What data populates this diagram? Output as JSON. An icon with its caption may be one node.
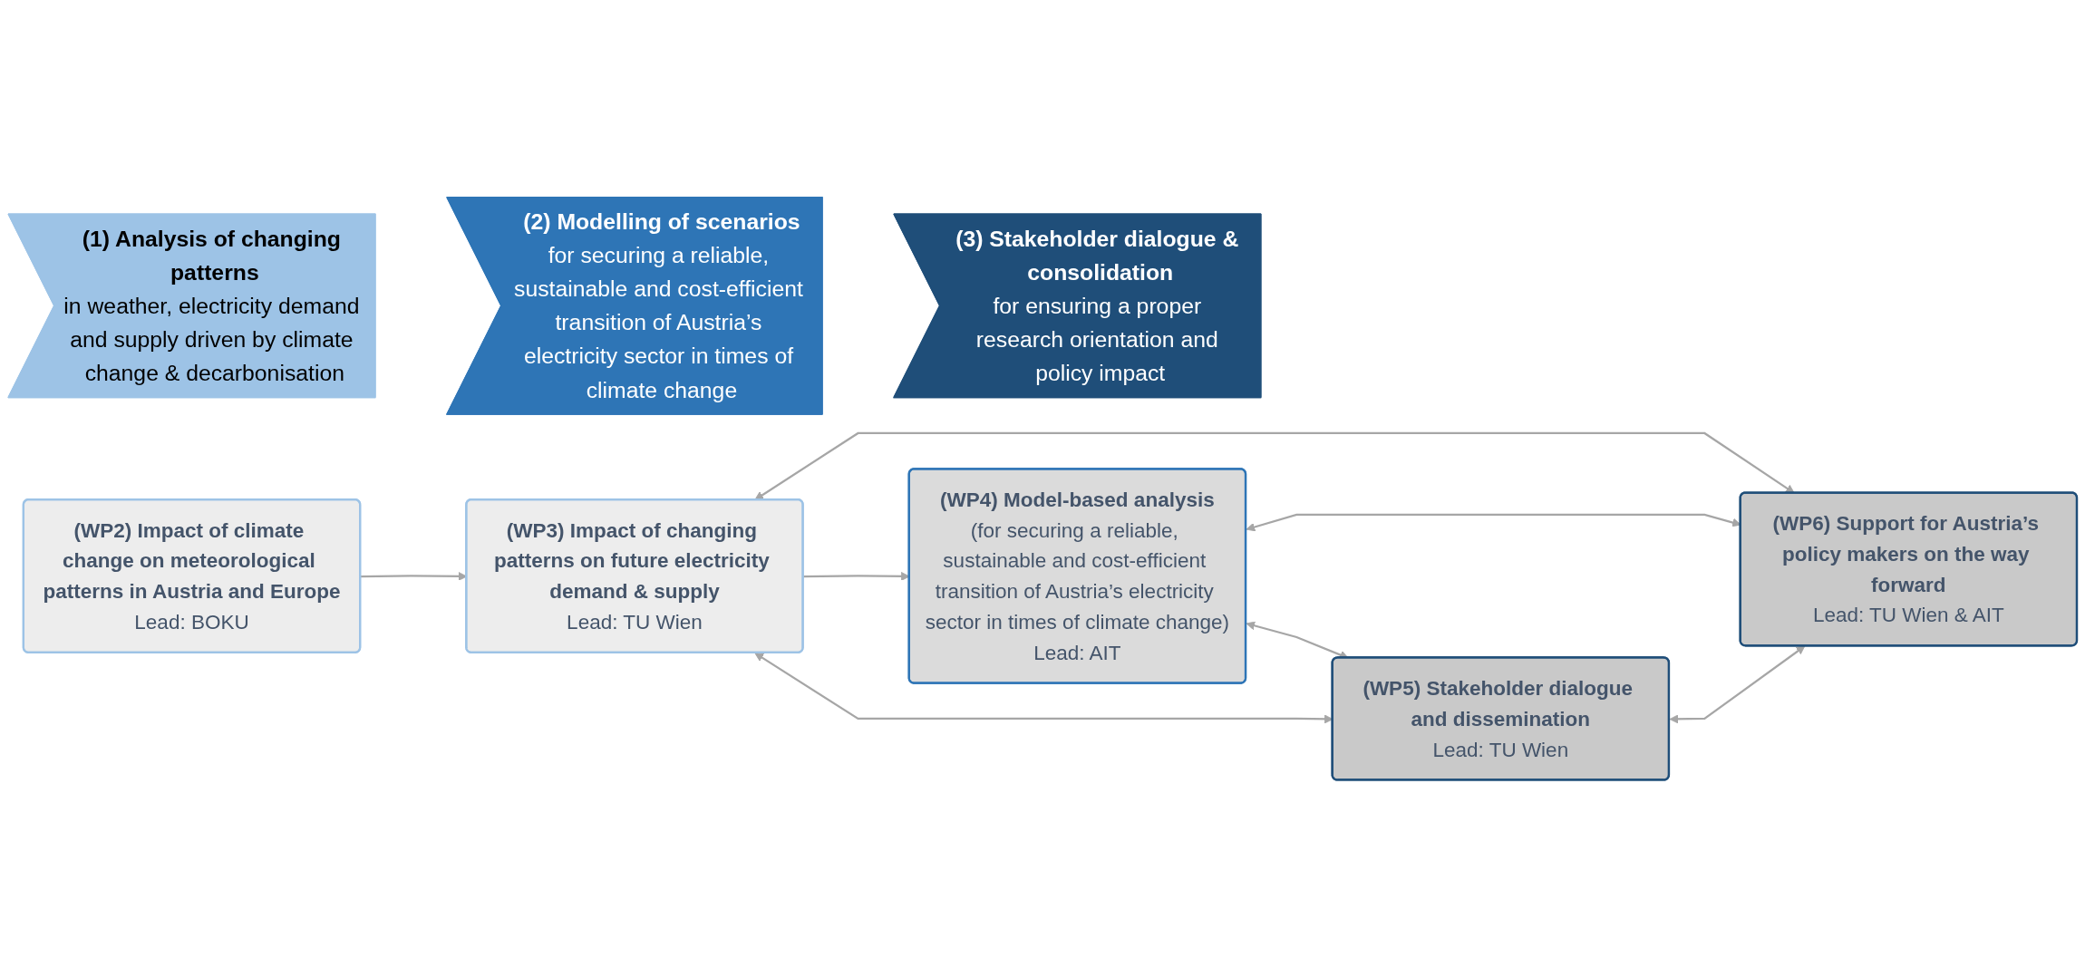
{
  "diagram": {
    "nodes": [
      {
        "text": [
          "(1) Analysis of changing patterns",
          "in weather, electricity demand and supply driven by climate change & decarbonisation"
        ]
      },
      {
        "text": [
          "(2) Modelling of scenarios",
          "for securing a reliable, sustainable and cost-efficient transition of Austria’s electricity sector in times of climate change"
        ]
      },
      {
        "text": [
          "(3) Stakeholder dialogue & consolidation",
          "for ensuring a proper research orientation and policy impact"
        ]
      },
      {
        "text": [
          "(WP2) Impact of climate change on meteorological patterns in Austria and Europe",
          "Lead: BOKU"
        ]
      },
      {
        "text": [
          "(WP3) Impact of changing patterns on future electricity demand & supply",
          "Lead: TU Wien"
        ]
      },
      {
        "text": [
          "(WP4) Model-based analysis",
          "(for securing a reliable, sustainable and cost-efficient transition of Austria’s electricity sector in times of climate change)",
          "Lead: AIT"
        ]
      },
      {
        "text": [
          "(WP6) Support for Austria’s policy makers on the way forward",
          "Lead: TU Wien & AIT"
        ]
      },
      {
        "text": [
          "(WP5) Stakeholder dialogue and dissemination",
          "Lead: TU Wien"
        ]
      }
    ],
    "edges": [
      {
        "from": 3,
        "to": 4,
        "arrow": "to"
      },
      {
        "from": 4,
        "to": 5,
        "arrow": "to"
      },
      {
        "from": 4,
        "to": 6,
        "arrow": "both"
      },
      {
        "from": 5,
        "to": 6,
        "arrow": "both"
      },
      {
        "from": 5,
        "to": 7,
        "arrow": "both"
      },
      {
        "from": 7,
        "to": 6,
        "arrow": "both"
      },
      {
        "from": 4,
        "to": 7,
        "arrow": "both"
      }
    ]
  }
}
